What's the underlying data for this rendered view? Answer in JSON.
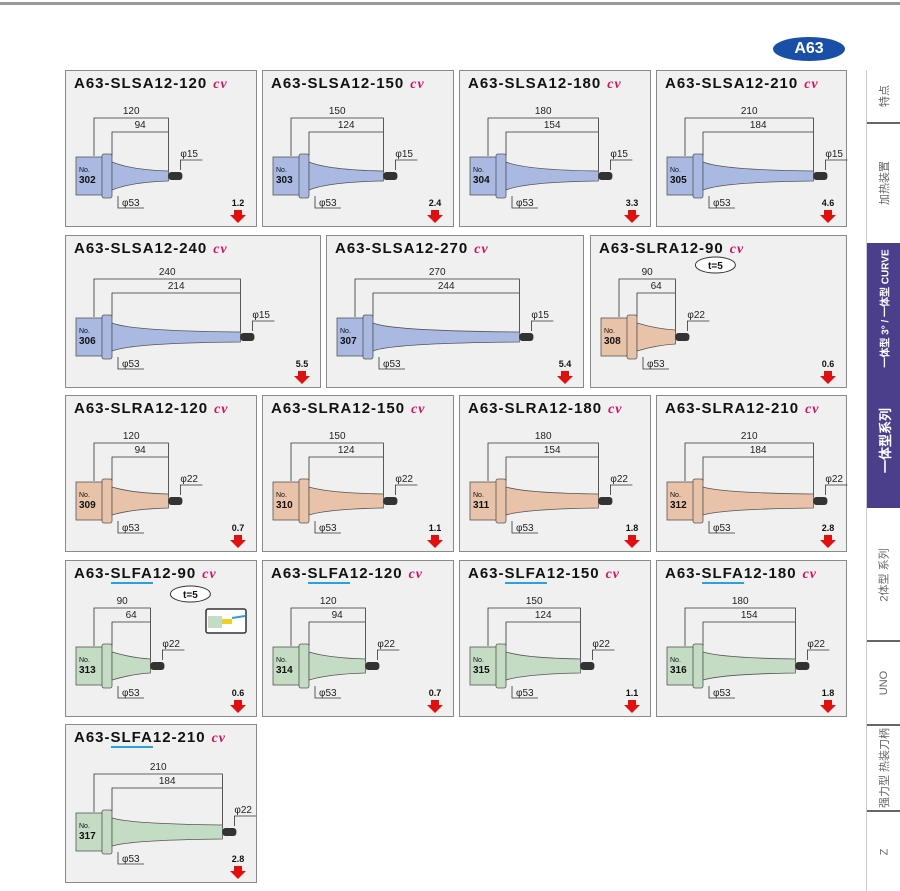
{
  "badge": "A63",
  "sidebar": {
    "items": [
      {
        "label": "特点"
      },
      {
        "label": "加热装置"
      },
      {
        "label": "一体型 3° / 一体型 CURVE"
      },
      {
        "label": "一体型系列"
      },
      {
        "label": "2体型 系列"
      },
      {
        "label": "UNO"
      },
      {
        "label": "强力型 热装刀柄"
      },
      {
        "label": "Z"
      }
    ]
  },
  "cv_label": "cv",
  "labels": {
    "phi53": "φ53",
    "t5": "t=5",
    "no": "No."
  },
  "colors": {
    "SLSA": "#a9b9e2",
    "SLRA": "#e9c2aa",
    "SLFA": "#c3dcc3",
    "arrow": "#e01010"
  },
  "cards": [
    {
      "prefix": "A63-",
      "series": "SLSA",
      "suffix": "12-120",
      "no": "302",
      "L": 120,
      "L2": 94,
      "d": "φ15",
      "weight": "1.2"
    },
    {
      "prefix": "A63-",
      "series": "SLSA",
      "suffix": "12-150",
      "no": "303",
      "L": 150,
      "L2": 124,
      "d": "φ15",
      "weight": "2.4"
    },
    {
      "prefix": "A63-",
      "series": "SLSA",
      "suffix": "12-180",
      "no": "304",
      "L": 180,
      "L2": 154,
      "d": "φ15",
      "weight": "3.3"
    },
    {
      "prefix": "A63-",
      "series": "SLSA",
      "suffix": "12-210",
      "no": "305",
      "L": 210,
      "L2": 184,
      "d": "φ15",
      "weight": "4.6"
    },
    {
      "prefix": "A63-",
      "series": "SLSA",
      "suffix": "12-240",
      "no": "306",
      "L": 240,
      "L2": 214,
      "d": "φ15",
      "weight": "5.5"
    },
    {
      "prefix": "A63-",
      "series": "SLSA",
      "suffix": "12-270",
      "no": "307",
      "L": 270,
      "L2": 244,
      "d": "φ15",
      "weight": "5.4"
    },
    {
      "prefix": "A63-",
      "series": "SLRA",
      "suffix": "12-90",
      "no": "308",
      "L": 90,
      "L2": 64,
      "d": "φ22",
      "weight": "0.6",
      "t": true
    },
    {
      "prefix": "A63-",
      "series": "SLRA",
      "suffix": "12-120",
      "no": "309",
      "L": 120,
      "L2": 94,
      "d": "φ22",
      "weight": "0.7"
    },
    {
      "prefix": "A63-",
      "series": "SLRA",
      "suffix": "12-150",
      "no": "310",
      "L": 150,
      "L2": 124,
      "d": "φ22",
      "weight": "1.1"
    },
    {
      "prefix": "A63-",
      "series": "SLRA",
      "suffix": "12-180",
      "no": "311",
      "L": 180,
      "L2": 154,
      "d": "φ22",
      "weight": "1.8"
    },
    {
      "prefix": "A63-",
      "series": "SLRA",
      "suffix": "12-210",
      "no": "312",
      "L": 210,
      "L2": 184,
      "d": "φ22",
      "weight": "2.8"
    },
    {
      "prefix": "A63-",
      "series": "SLFA",
      "suffix": "12-90",
      "no": "313",
      "L": 90,
      "L2": 64,
      "d": "φ22",
      "weight": "0.6",
      "t": true,
      "inset": true
    },
    {
      "prefix": "A63-",
      "series": "SLFA",
      "suffix": "12-120",
      "no": "314",
      "L": 120,
      "L2": 94,
      "d": "φ22",
      "weight": "0.7"
    },
    {
      "prefix": "A63-",
      "series": "SLFA",
      "suffix": "12-150",
      "no": "315",
      "L": 150,
      "L2": 124,
      "d": "φ22",
      "weight": "1.1"
    },
    {
      "prefix": "A63-",
      "series": "SLFA",
      "suffix": "12-180",
      "no": "316",
      "L": 180,
      "L2": 154,
      "d": "φ22",
      "weight": "1.8"
    },
    {
      "prefix": "A63-",
      "series": "SLFA",
      "suffix": "12-210",
      "no": "317",
      "L": 210,
      "L2": 184,
      "d": "φ22",
      "weight": "2.8"
    }
  ]
}
